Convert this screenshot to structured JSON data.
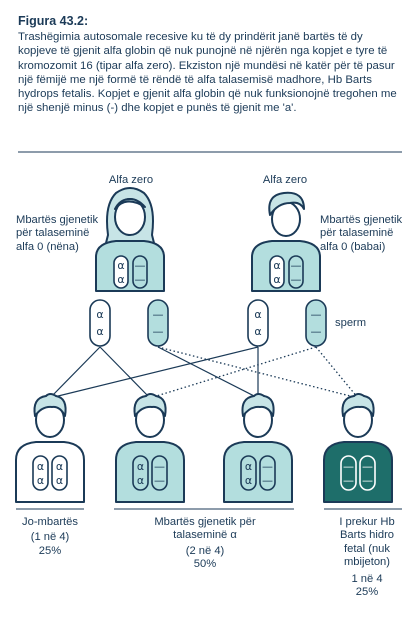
{
  "figure": {
    "label": "Figura 43.2:",
    "caption": "Trashëgimia autosomale recesive ku të dy prindërit janë bartës të dy kopjeve të gjenit alfa globin që nuk punojnë në njërën nga kopjet e tyre të kromozomit 16 (tipar alfa zero). Ekziston një mundësi në katër për të pasur një fëmijë me një formë të rëndë të alfa talasemisë madhore, Hb Barts hydrops fetalis. Kopjet e gjenit alfa globin që nuk funksionojnë tregohen me një shenjë minus (-) dhe kopjet e punës të gjenit me 'a'."
  },
  "parents": {
    "mother": {
      "title": "Alfa zero",
      "desc": "Mbartës gjenetik për talaseminë alfa 0 (nëna)"
    },
    "father": {
      "title": "Alfa zero",
      "desc": "Mbartës gjenetik për talaseminë alfa 0 (babai)"
    }
  },
  "gamete_label": "sperm",
  "symbols": {
    "working": "α",
    "nonworking": "—"
  },
  "outcomes": {
    "unaffected": {
      "title": "Jo-mbartës",
      "ratio": "(1 në 4)",
      "percent": "25%"
    },
    "carrier": {
      "title": "Mbartës gjenetik për talaseminë α",
      "ratio": "(2 në 4)",
      "percent": "50%"
    },
    "affected": {
      "title": "I prekur Hb Barts hidro fetal (nuk mbijeton)",
      "ratio": "1 në 4",
      "percent": "25%"
    }
  },
  "colors": {
    "text": "#1b3a57",
    "carrier_fill": "#b3dede",
    "affected_fill": "#1e6e6a",
    "unaffected_fill": "#ffffff",
    "skin": "#ffffff",
    "hair": "#c7e4e6",
    "line": "#1b3a57"
  }
}
